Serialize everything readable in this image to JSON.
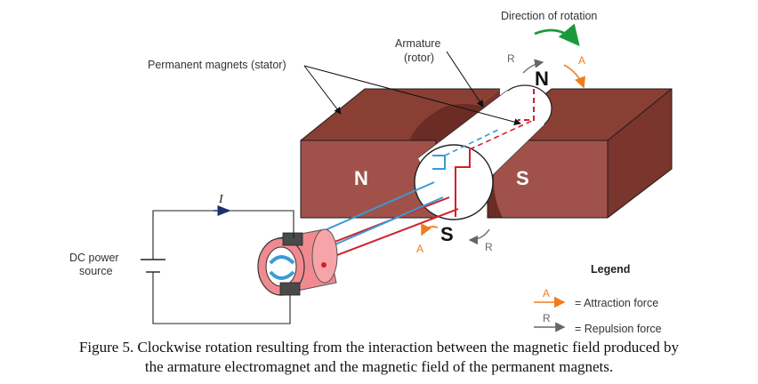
{
  "labels": {
    "direction_of_rotation": "Direction of rotation",
    "armature_line1": "Armature",
    "armature_line2": "(rotor)",
    "permanent_magnets": "Permanent magnets (stator)",
    "current": "I",
    "dc_power_line1": "DC power",
    "dc_power_line2": "source",
    "legend_title": "Legend"
  },
  "poles": {
    "stator_left": "N",
    "stator_right": "S",
    "rotor_top": "N",
    "rotor_bottom": "S"
  },
  "force_letters": {
    "attraction": "A",
    "repulsion": "R"
  },
  "legend": {
    "attraction_letter": "A",
    "attraction_text": "= Attraction force",
    "repulsion_letter": "R",
    "repulsion_text": "= Repulsion force"
  },
  "caption": {
    "line1": "Figure 5.  Clockwise rotation resulting from the interaction between the magnetic field produced by",
    "line2": "the armature electromagnet and the magnetic field of the permanent magnets."
  },
  "colors": {
    "magnet_front": "#a0524a",
    "magnet_top": "#8a3f35",
    "magnet_side": "#7a352c",
    "attraction": "#ef7d1e",
    "repulsion": "#666666",
    "rotation": "#1a9a3a",
    "wire_red": "#d0202a",
    "wire_blue": "#3a9ad6",
    "commutator": "#f08a90"
  }
}
